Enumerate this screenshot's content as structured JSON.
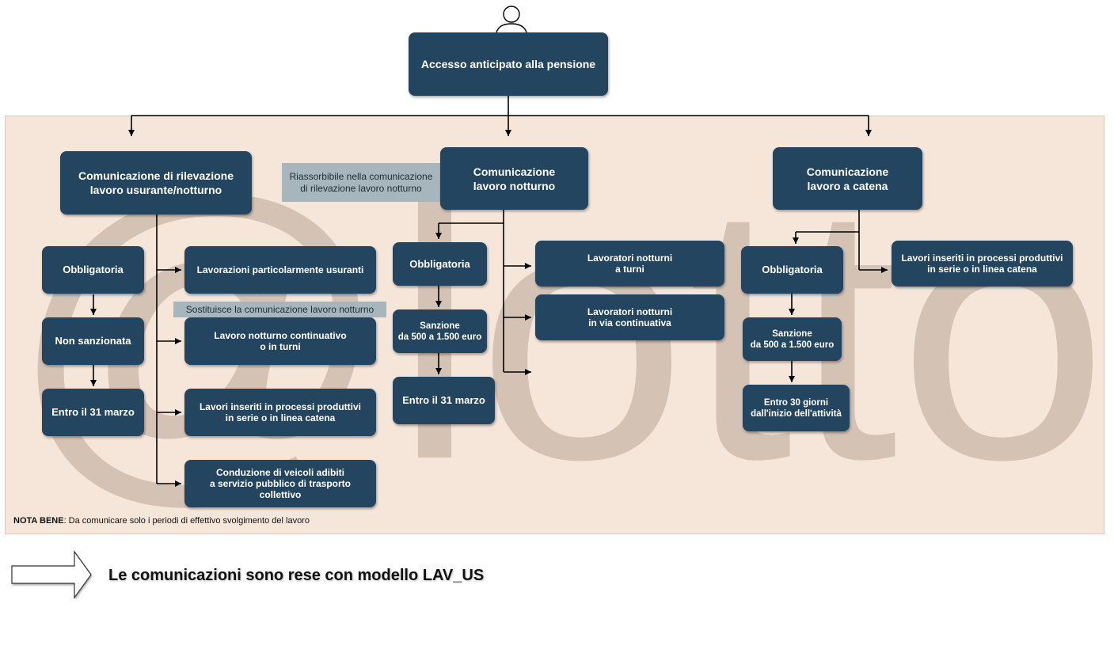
{
  "title": "Accesso anticipato alla pensione",
  "columns": {
    "left": {
      "header": "Comunicazione di rilevazione\nlavoro usurante/notturno",
      "steps": [
        "Obbligatoria",
        "Non sanzionata",
        "Entro il 31 marzo"
      ],
      "items": [
        "Lavorazioni particolarmente usuranti",
        "Lavoro notturno continuativo\no in turni",
        "Lavori inseriti in processi produttivi\nin serie o in linea catena",
        "Conduzione di veicoli adibiti\na servizio pubblico di trasporto\ncollettivo"
      ],
      "note": "Sostituisce la comunicazione lavoro notturno"
    },
    "middle": {
      "header": "Comunicazione\nlavoro notturno",
      "note": "Riassorbibile nella comunicazione\ndi rilevazione lavoro notturno",
      "steps": [
        "Obbligatoria",
        "Sanzione\nda 500 a 1.500 euro",
        "Entro il 31 marzo"
      ],
      "items": [
        "Lavoratori notturni\na turni",
        "Lavoratori notturni\nin via continuativa"
      ]
    },
    "right": {
      "header": "Comunicazione\nlavoro a catena",
      "steps": [
        "Obbligatoria",
        "Sanzione\nda 500 a 1.500 euro",
        "Entro 30 giorni\ndall'inizio dell'attività"
      ],
      "items": [
        "Lavori inseriti in processi produttivi\nin serie o in linea catena"
      ]
    }
  },
  "nota_bene": {
    "label": "NOTA BENE",
    "text": ": Da comunicare solo i periodi di effettivo svolgimento del lavoro"
  },
  "footer": "Le comunicazioni sono rese con modello LAV_US",
  "watermark_text": "@lotto",
  "colors": {
    "box": "#244560",
    "panel": "#f6e6da",
    "note": "#a7b6bd",
    "watermark": "#c8b6a8"
  }
}
